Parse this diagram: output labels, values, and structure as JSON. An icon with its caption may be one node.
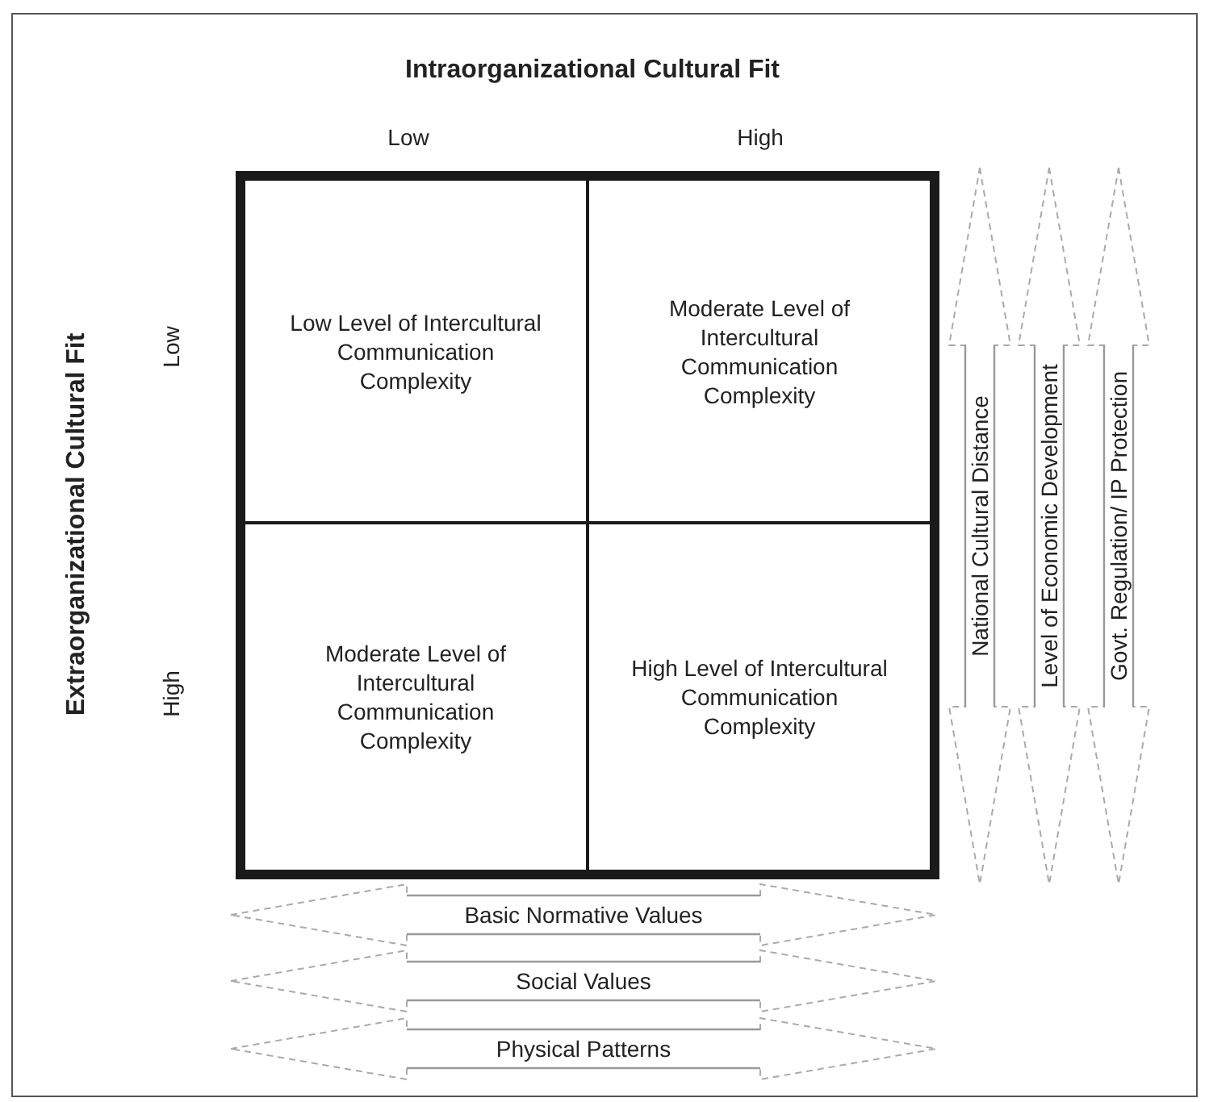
{
  "diagram": {
    "nodes": [
      {
        "text": [],
        "shape": "box"
      },
      {
        "text": [
          "Low Level of Intercultural Communication Complexity"
        ],
        "in": 0
      },
      {
        "text": [
          "Moderate Level of Intercultural Communication Complexity"
        ],
        "in": 0
      },
      {
        "text": [
          "Moderate Level of Intercultural Communication Complexity"
        ],
        "in": 0
      },
      {
        "text": [
          "High Level of Intercultural Communication Complexity"
        ],
        "in": 0
      },
      {
        "text": [
          "National Cultural Distance"
        ]
      },
      {
        "text": [
          "Level of Economic Development"
        ]
      },
      {
        "text": [
          "Govt. Regulation/ IP Protection"
        ]
      },
      {
        "text": [
          "Basic Normative Values"
        ]
      },
      {
        "text": [
          "Social Values"
        ]
      },
      {
        "text": [
          "Physical Patterns"
        ]
      }
    ],
    "labels": [
      "Intraorganizational Cultural Fit",
      "Low",
      "High",
      "Extraorganizational Cultural Fit",
      "Low",
      "High"
    ]
  }
}
